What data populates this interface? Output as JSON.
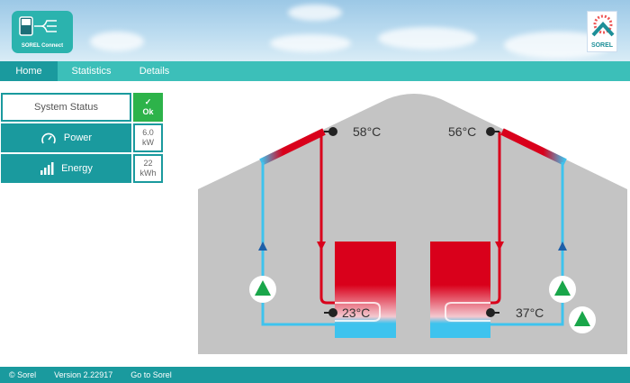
{
  "header": {
    "logo_text": "SOREL Connect",
    "brand_logo": "SOREL"
  },
  "nav": {
    "tabs": [
      {
        "label": "Home"
      },
      {
        "label": "Statistics"
      },
      {
        "label": "Details"
      }
    ]
  },
  "panels": {
    "status": {
      "label": "System Status",
      "value": "Ok"
    },
    "power": {
      "label": "Power",
      "value": "6.0",
      "unit": "kW",
      "icon": "gauge-icon"
    },
    "energy": {
      "label": "Energy",
      "value": "22",
      "unit": "kWh",
      "icon": "bar-chart-icon"
    }
  },
  "diagram": {
    "left_collector_temp": "58°C",
    "right_collector_temp": "56°C",
    "left_tank_temp": "23°C",
    "right_tank_temp": "37°C",
    "colors": {
      "hot": "#d9001b",
      "cold": "#3ec3ee",
      "house": "#c4c4c4",
      "pump": "#19a64a"
    }
  },
  "footer": {
    "copyright": "© Sorel",
    "version": "Version 2.22917",
    "link": "Go to Sorel"
  }
}
